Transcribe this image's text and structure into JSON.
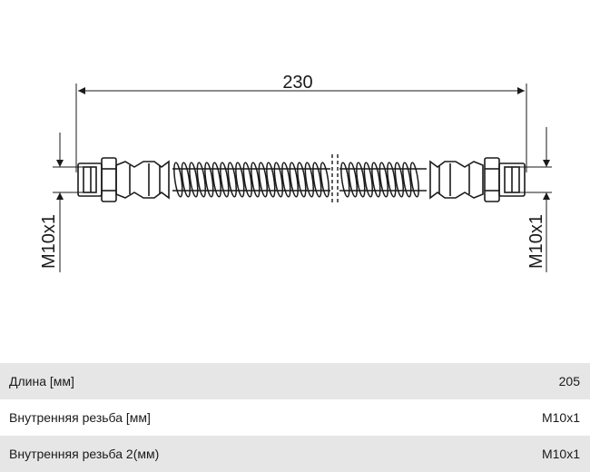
{
  "drawing": {
    "length_label": "230",
    "left_thread_label": "M10x1",
    "right_thread_label": "M10x1"
  },
  "specs": [
    {
      "label": "Длина [мм]",
      "value": "205"
    },
    {
      "label": "Внутренняя резьба [мм]",
      "value": "M10x1"
    },
    {
      "label": "Внутренняя резьба 2(мм)",
      "value": "M10x1"
    }
  ]
}
